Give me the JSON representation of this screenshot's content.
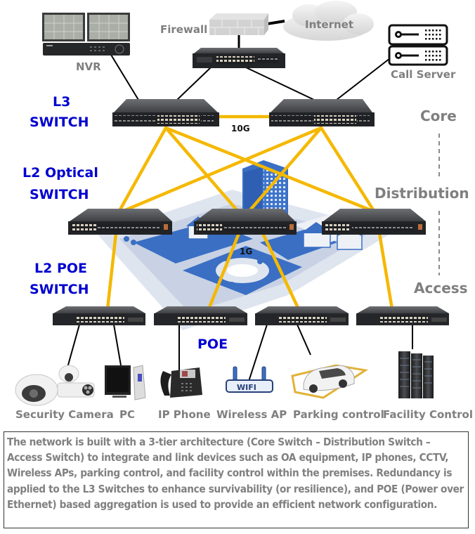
{
  "diagram": {
    "type": "network-topology",
    "tiers": {
      "l3": {
        "line1": "L3",
        "line2": "SWITCH"
      },
      "l2_optical": {
        "line1": "L2 Optical",
        "line2": "SWITCH"
      },
      "l2_poe": {
        "line1": "L2 POE",
        "line2": "SWITCH"
      }
    },
    "layers": {
      "core": "Core",
      "distribution": "Distribution",
      "access": "Access"
    },
    "top_nodes": {
      "nvr": "NVR",
      "firewall": "Firewall",
      "internet": "Internet",
      "call_server": "Call Server"
    },
    "link_labels": {
      "core_link": "10G",
      "dist_link": "1G",
      "poe": "POE"
    },
    "colors": {
      "tier_label": "#0000d0",
      "grey_label": "#7f7f7f",
      "fiber_link": "#f5b800",
      "copper_link": "#000000",
      "campus_blue": "#3a6fc4"
    },
    "devices": [
      {
        "id": "security-camera",
        "label": "Security Camera"
      },
      {
        "id": "pc",
        "label": "PC"
      },
      {
        "id": "ip-phone",
        "label": "IP Phone"
      },
      {
        "id": "wireless-ap",
        "label": "Wireless AP",
        "badge": "WIFI"
      },
      {
        "id": "parking-control",
        "label": "Parking control"
      },
      {
        "id": "facility-control",
        "label": "Facility Control"
      }
    ]
  },
  "description": "The network is built with a 3-tier architecture (Core Switch – Distribution Switch – Access Switch) to integrate and link devices such as OA equipment, IP phones, CCTV, Wireless APs, parking control, and facility control within the premises. Redundancy is applied to the L3 Switches to enhance survivability (or resilience), and POE (Power over Ethernet) based aggregation is used to provide an efficient network configuration."
}
